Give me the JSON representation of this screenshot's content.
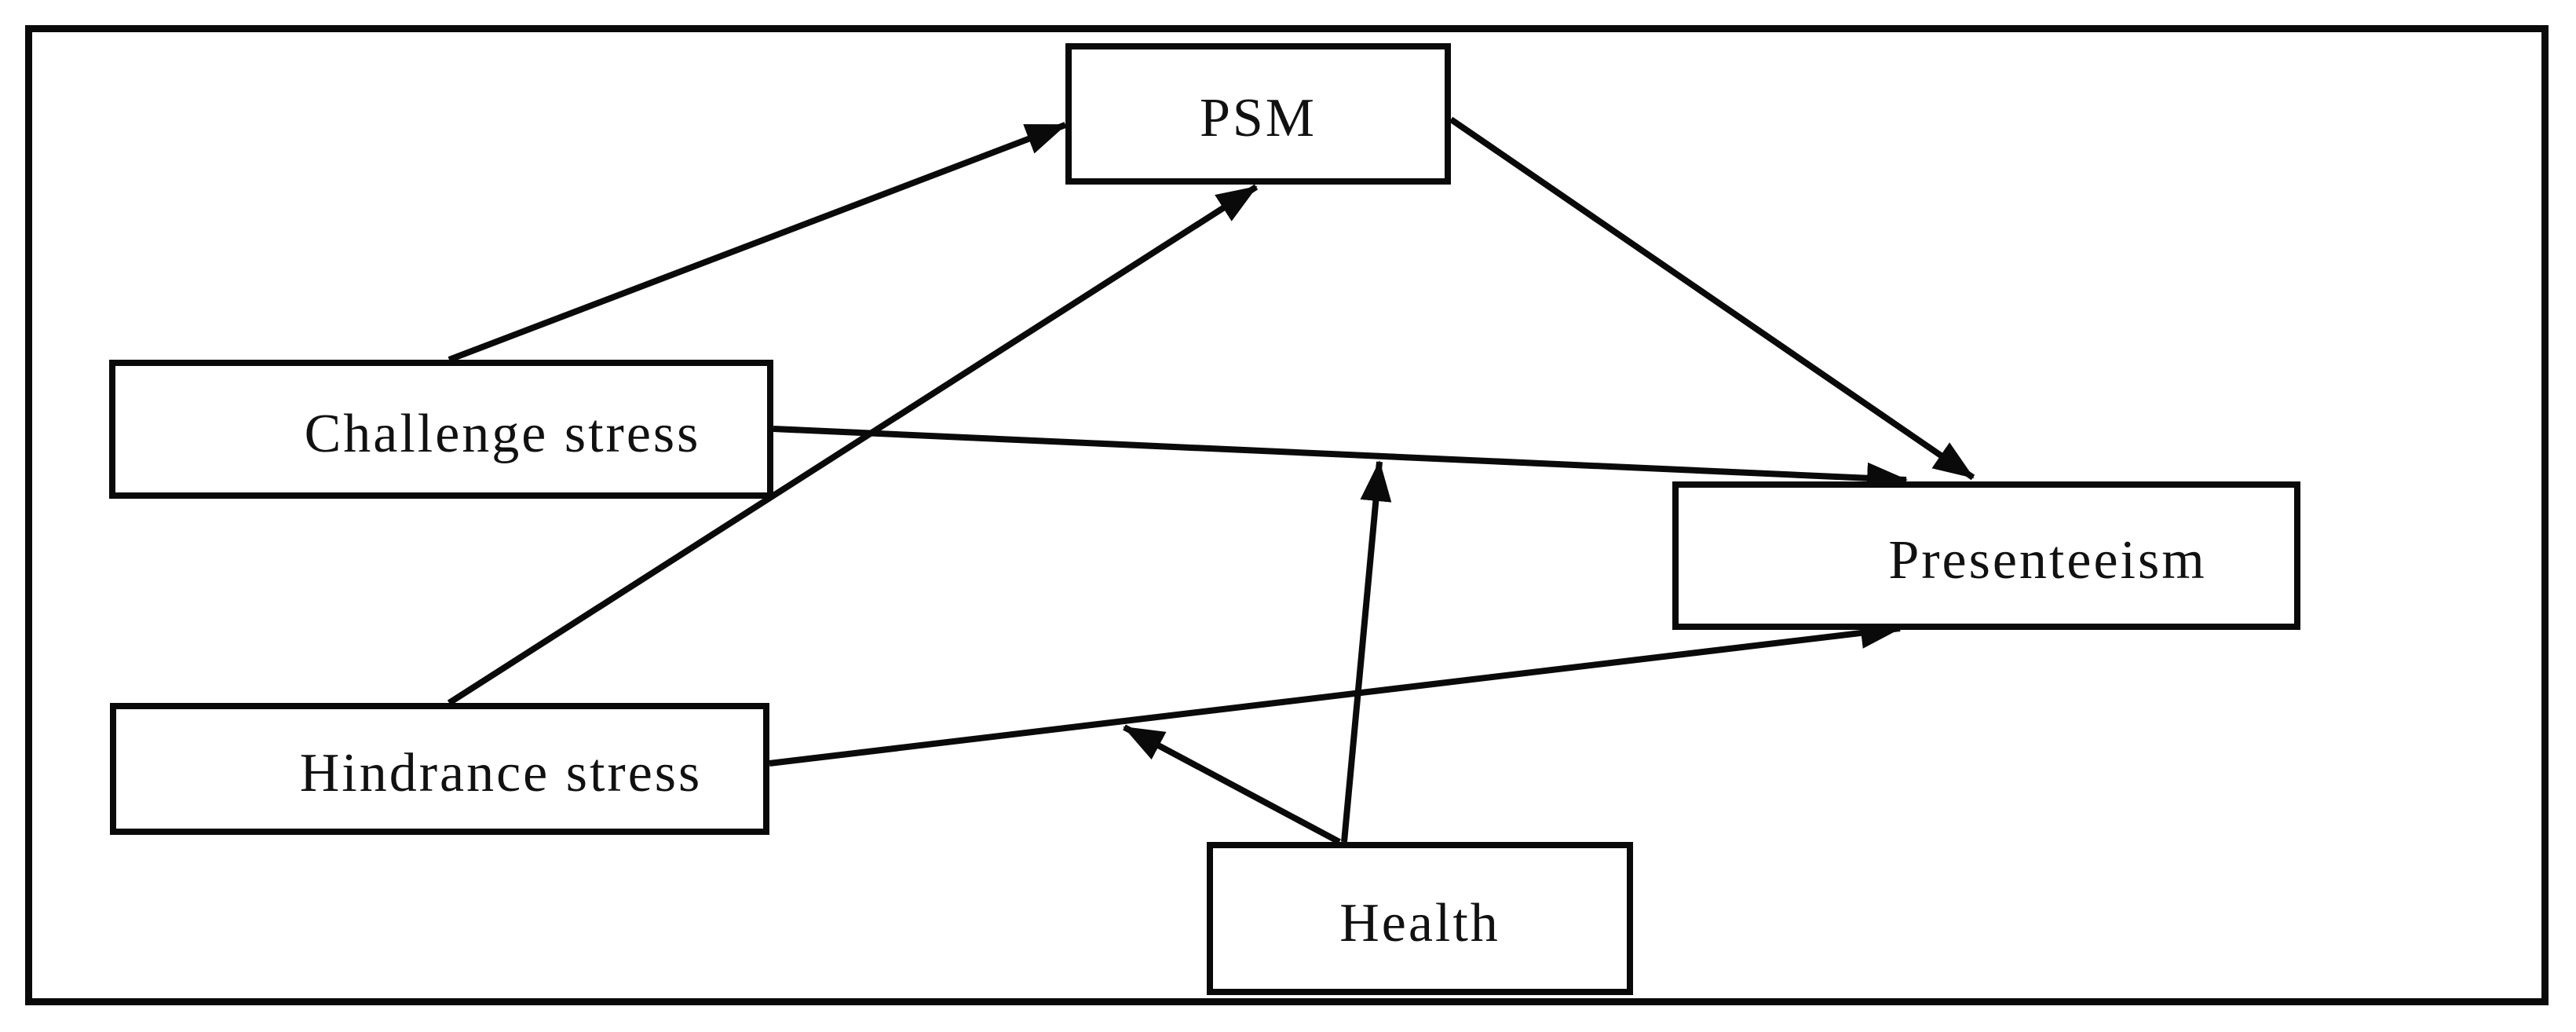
{
  "diagram": {
    "background_color": "#ffffff",
    "line_color": "#0a0a0a",
    "text_color": "#111111",
    "nodes": [
      {
        "id": "psm",
        "label": "PSM"
      },
      {
        "id": "challenge",
        "label": "Challenge stress"
      },
      {
        "id": "hindrance",
        "label": "Hindrance stress"
      },
      {
        "id": "health",
        "label": "Health"
      },
      {
        "id": "presenteeism",
        "label": "Presenteeism"
      }
    ],
    "edges": [
      {
        "id": "challenge-to-psm",
        "from": "challenge",
        "to": "psm"
      },
      {
        "id": "hindrance-to-psm",
        "from": "hindrance",
        "to": "psm"
      },
      {
        "id": "psm-to-presenteeism",
        "from": "psm",
        "to": "presenteeism"
      },
      {
        "id": "challenge-to-presenteeism",
        "from": "challenge",
        "to": "presenteeism"
      },
      {
        "id": "hindrance-to-presenteeism",
        "from": "hindrance",
        "to": "presenteeism"
      },
      {
        "id": "health-to-challenge-presenteeism-path",
        "from": "health",
        "to": "challenge-presenteeism-path"
      },
      {
        "id": "health-to-hindrance-presenteeism-path",
        "from": "health",
        "to": "hindrance-presenteeism-path"
      }
    ]
  }
}
